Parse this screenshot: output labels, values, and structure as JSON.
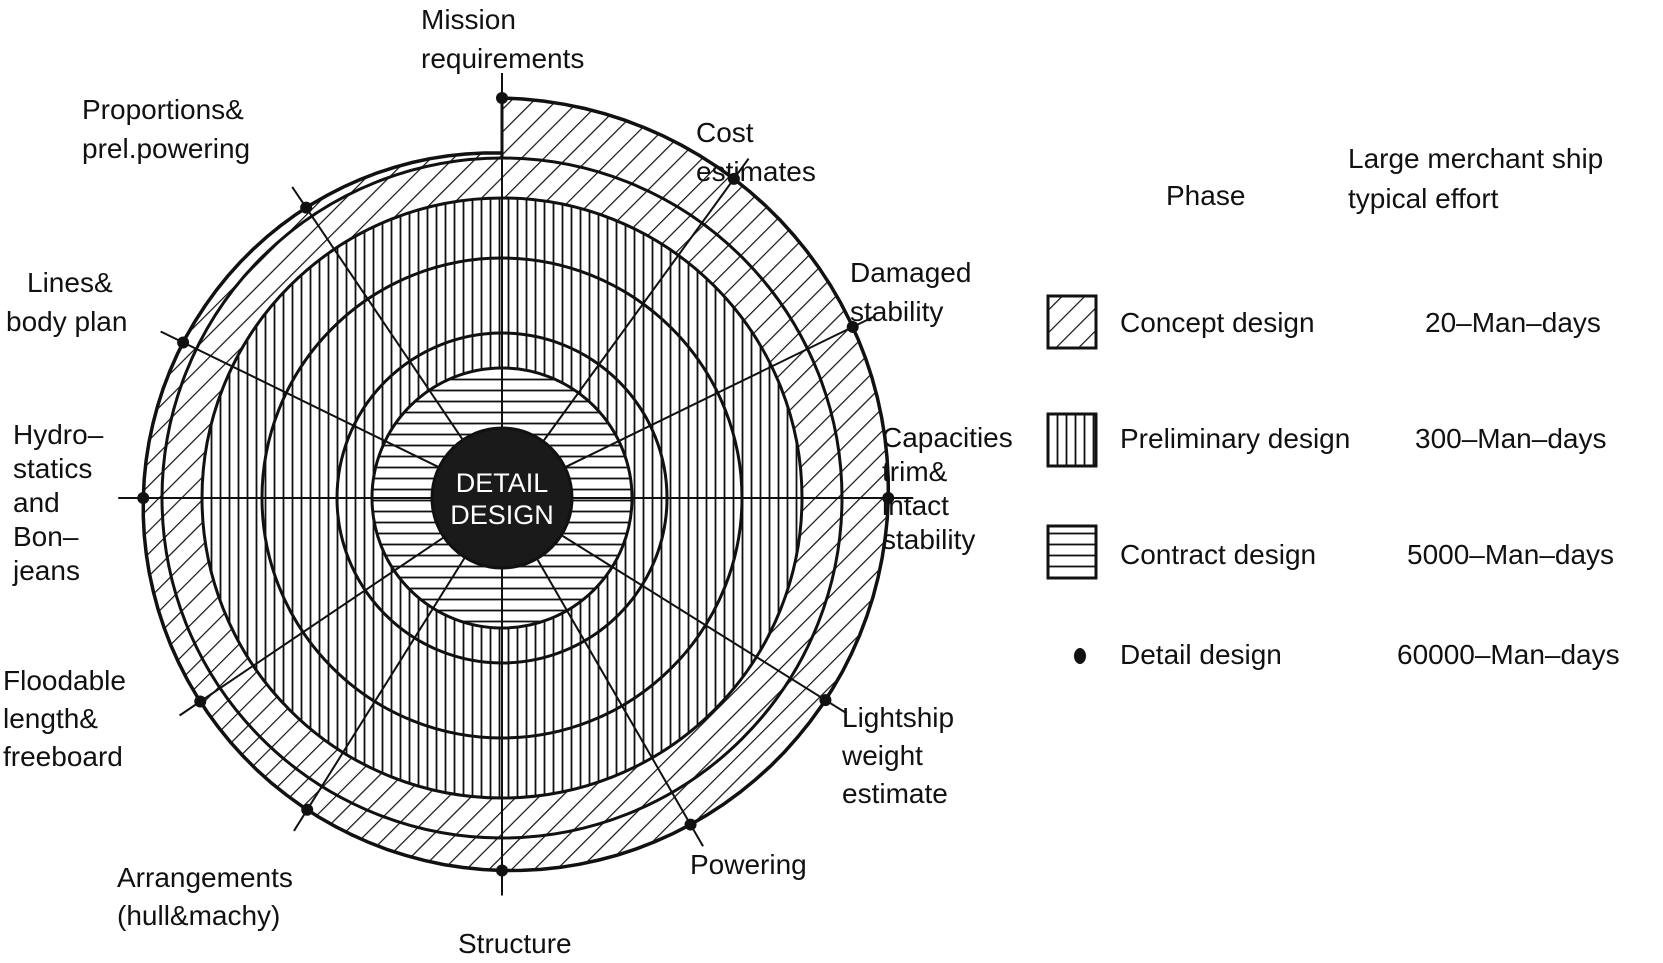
{
  "center_label": [
    "DETAIL",
    "DESIGN"
  ],
  "spoke_labels": [
    {
      "id": "mission",
      "lines": [
        "Mission",
        "requirements"
      ]
    },
    {
      "id": "cost",
      "lines": [
        "Cost",
        "estimates"
      ]
    },
    {
      "id": "damaged",
      "lines": [
        "Damaged",
        "stability"
      ]
    },
    {
      "id": "capacities",
      "lines": [
        "Capacities",
        "trim&",
        "intact",
        "stability"
      ]
    },
    {
      "id": "lightship",
      "lines": [
        "Lightship",
        "weight",
        "estimate"
      ]
    },
    {
      "id": "powering",
      "lines": [
        "Powering"
      ]
    },
    {
      "id": "structure",
      "lines": [
        "Structure"
      ]
    },
    {
      "id": "arrangements",
      "lines": [
        "Arrangements",
        "(hull&machy)"
      ]
    },
    {
      "id": "floodable",
      "lines": [
        "Floodable",
        "length&",
        "freeboard"
      ]
    },
    {
      "id": "hydro",
      "lines": [
        "Hydro–",
        "statics",
        "and",
        "Bon–",
        "jeans"
      ]
    },
    {
      "id": "lines",
      "lines": [
        "Lines&",
        "body plan"
      ]
    },
    {
      "id": "proportions",
      "lines": [
        "Proportions&",
        "prel.powering"
      ]
    }
  ],
  "legend": {
    "phase_header": "Phase",
    "effort_header": [
      "Large merchant ship",
      "typical effort"
    ],
    "items": [
      {
        "id": "concept",
        "pattern": "diagonal-hatch",
        "phase": "Concept design",
        "effort": "20–Man–days"
      },
      {
        "id": "preliminary",
        "pattern": "vertical-hatch",
        "phase": "Preliminary design",
        "effort": "300–Man–days"
      },
      {
        "id": "contract",
        "pattern": "horizontal-hatch",
        "phase": "Contract design",
        "effort": "5000–Man–days"
      },
      {
        "id": "detail",
        "pattern": "dot",
        "phase": "Detail design",
        "effort": "60000–Man–days"
      }
    ]
  },
  "colors": {
    "ink": "#111111",
    "paper": "#ffffff",
    "center_fill": "#1a1a1a",
    "center_text": "#ffffff"
  }
}
